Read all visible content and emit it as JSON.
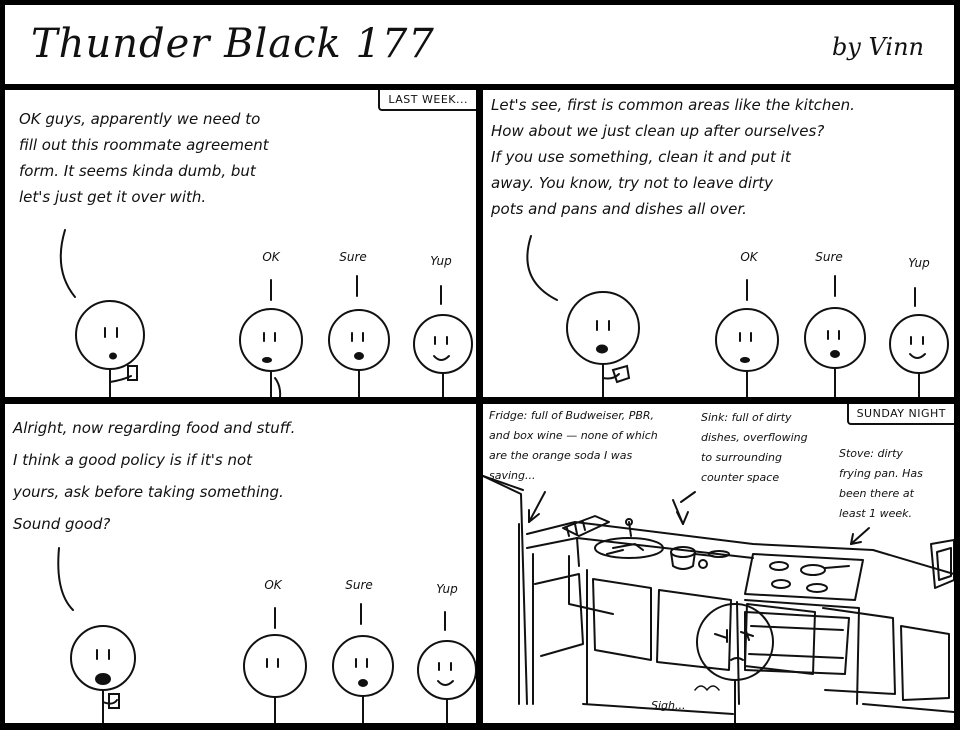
{
  "header": {
    "title": "Thunder Black 177",
    "author": "by Vinn"
  },
  "panel1": {
    "caption": "LAST WEEK...",
    "speech": "OK guys, apparently we need to\nfill out this roommate agreement\nform. It seems kinda dumb, but\nlet's just get it over with.",
    "replies": [
      "OK",
      "Sure",
      "Yup"
    ]
  },
  "panel2": {
    "speech": "Let's see, first is common areas like the kitchen.\nHow about we just clean up after ourselves?\nIf you use something, clean it and put it\naway. You know, try not to leave dirty\npots and pans and dishes all over.",
    "replies": [
      "OK",
      "Sure",
      "Yup"
    ]
  },
  "panel3": {
    "speech": "Alright, now regarding food and stuff.\nI think a good policy is if it's not\nyours, ask before taking something.\nSound good?",
    "replies": [
      "OK",
      "Sure",
      "Yup"
    ]
  },
  "panel4": {
    "caption": "SUNDAY NIGHT",
    "fridge_note": "Fridge: full of Budweiser, PBR,\nand box wine — none of which\nare the orange soda I was\nsaving...",
    "sink_note": "Sink: full of dirty\ndishes, overflowing\nto surrounding\ncounter space",
    "stove_note": "Stove: dirty\nfrying pan. Has\nbeen there at\nleast 1 week.",
    "sigh": "Sigh..."
  }
}
